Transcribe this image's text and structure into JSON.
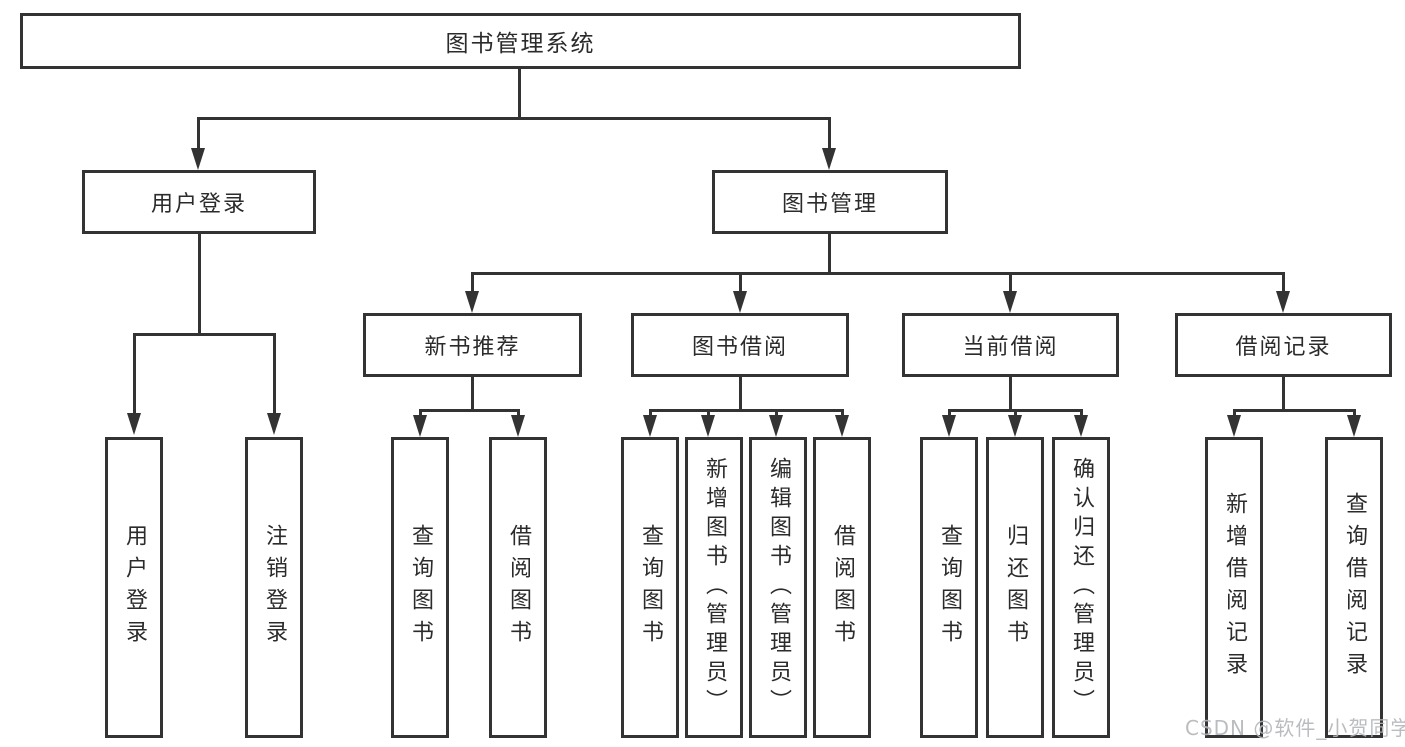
{
  "diagram": {
    "title": "图书管理系统",
    "root": {
      "label": "图书管理系统"
    },
    "level2": {
      "user_login": {
        "label": "用户登录"
      },
      "book_mgmt": {
        "label": "图书管理"
      }
    },
    "level3": {
      "new_book_rec": {
        "label": "新书推荐"
      },
      "book_borrow": {
        "label": "图书借阅"
      },
      "current_borrow": {
        "label": "当前借阅"
      },
      "borrow_records": {
        "label": "借阅记录"
      }
    },
    "leaves": {
      "user_login_leaf": {
        "label": "用户登录"
      },
      "logout_leaf": {
        "label": "注销登录"
      },
      "rec_query_book": {
        "label": "查询图书"
      },
      "rec_borrow_book": {
        "label": "借阅图书"
      },
      "bb_query_book": {
        "label": "查询图书"
      },
      "bb_add_book": {
        "label": "新增图书（管理员）"
      },
      "bb_edit_book": {
        "label": "编辑图书（管理员）"
      },
      "bb_borrow_book": {
        "label": "借阅图书"
      },
      "cb_query_book": {
        "label": "查询图书"
      },
      "cb_return_book": {
        "label": "归还图书"
      },
      "cb_confirm_return": {
        "label": "确认归还（管理员）"
      },
      "br_add_record": {
        "label": "新增借阅记录"
      },
      "br_query_record": {
        "label": "查询借阅记录"
      }
    },
    "colors": {
      "line": "#333333",
      "text": "#2b2b2b",
      "background": "#ffffff",
      "watermark": "#b3b6ba"
    }
  },
  "watermark": {
    "text": "CSDN @软件_小贺同学"
  }
}
